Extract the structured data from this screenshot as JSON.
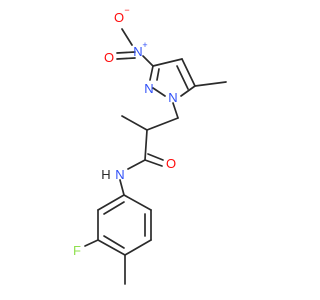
{
  "molecule": {
    "atoms": {
      "O_minus": "O",
      "O_minus_charge": "−",
      "N_nitro": "N",
      "N_nitro_charge": "+",
      "O_nitro": "O",
      "N2_ring": "N",
      "N1_ring": "N",
      "O_carbonyl": "O",
      "NH_amide": "N",
      "H_amide": "H",
      "F": "F"
    },
    "colors": {
      "bond": "#2b2b2b",
      "nitrogen": "#3050f8",
      "oxygen": "#ff0d0d",
      "fluorine": "#90e050",
      "hydrogen": "#2b2b2b"
    }
  }
}
